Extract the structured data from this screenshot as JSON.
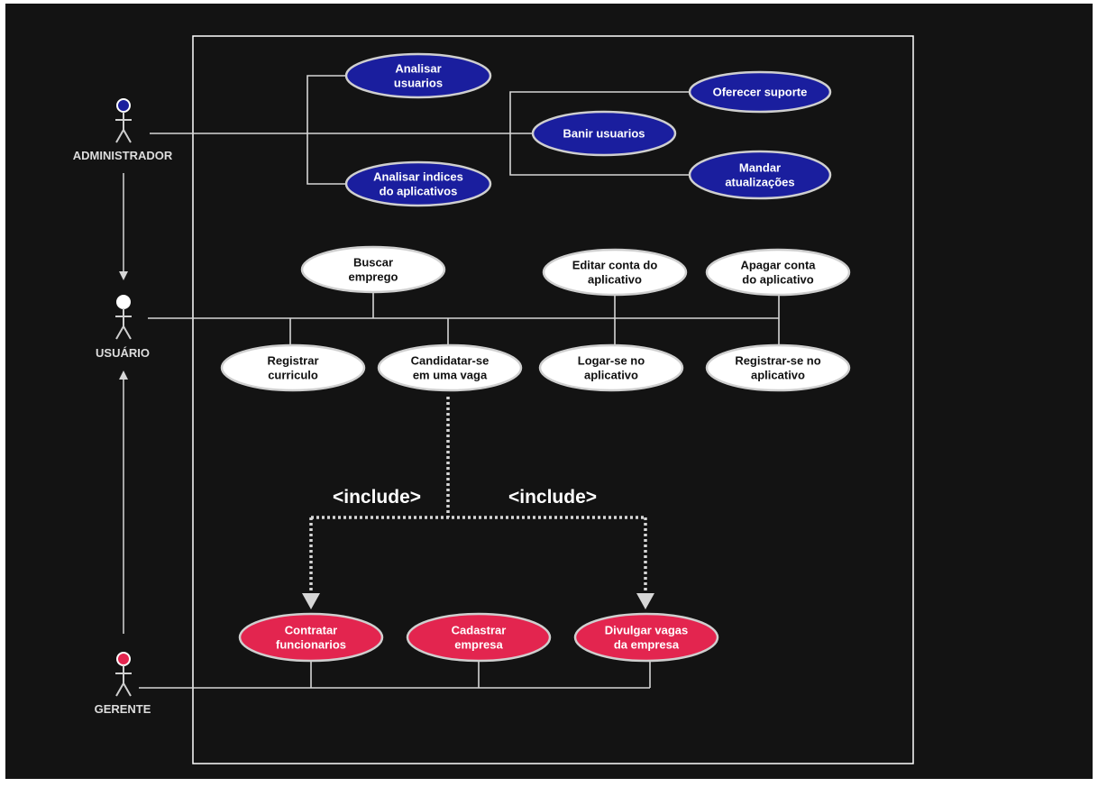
{
  "colors": {
    "background": "#131313",
    "frame": "#ffffff",
    "line": "#d6d6d6",
    "admin_blue": "#1a1e9e",
    "user_white": "#ffffff",
    "manager_red": "#e3254f",
    "uc_border": "#cfcfcf"
  },
  "actors": {
    "admin": {
      "label": "ADMINISTRADOR",
      "color": "admin_blue"
    },
    "user": {
      "label": "USUÁRIO",
      "color": "user_white"
    },
    "manager": {
      "label": "GERENTE",
      "color": "manager_red"
    }
  },
  "use_cases": {
    "analisar_usuarios": {
      "lines": [
        "Analisar",
        "usuarios"
      ],
      "actor": "admin"
    },
    "analisar_indices": {
      "lines": [
        "Analisar indices",
        "do aplicativos"
      ],
      "actor": "admin"
    },
    "oferecer_suporte": {
      "lines": [
        "Oferecer suporte"
      ],
      "actor": "admin"
    },
    "banir_usuarios": {
      "lines": [
        "Banir usuarios"
      ],
      "actor": "admin"
    },
    "mandar_atualizacoes": {
      "lines": [
        "Mandar",
        "atualizações"
      ],
      "actor": "admin"
    },
    "buscar_emprego": {
      "lines": [
        "Buscar",
        "emprego"
      ],
      "actor": "user"
    },
    "editar_conta": {
      "lines": [
        "Editar conta do",
        "aplicativo"
      ],
      "actor": "user"
    },
    "apagar_conta": {
      "lines": [
        "Apagar conta",
        "do aplicativo"
      ],
      "actor": "user"
    },
    "registrar_curriculo": {
      "lines": [
        "Registrar",
        "curriculo"
      ],
      "actor": "user"
    },
    "candidatar_vaga": {
      "lines": [
        "Candidatar-se",
        "em uma vaga"
      ],
      "actor": "user"
    },
    "logar_aplicativo": {
      "lines": [
        "Logar-se no",
        "aplicativo"
      ],
      "actor": "user"
    },
    "registrar_aplicativo": {
      "lines": [
        "Registrar-se no",
        "aplicativo"
      ],
      "actor": "user"
    },
    "contratar_funcionarios": {
      "lines": [
        "Contratar",
        "funcionarios"
      ],
      "actor": "manager"
    },
    "cadastrar_empresa": {
      "lines": [
        "Cadastrar",
        "empresa"
      ],
      "actor": "manager"
    },
    "divulgar_vagas": {
      "lines": [
        "Divulgar vagas",
        "da empresa"
      ],
      "actor": "manager"
    }
  },
  "relations": {
    "include_left": "<include>",
    "include_right": "<include>"
  }
}
